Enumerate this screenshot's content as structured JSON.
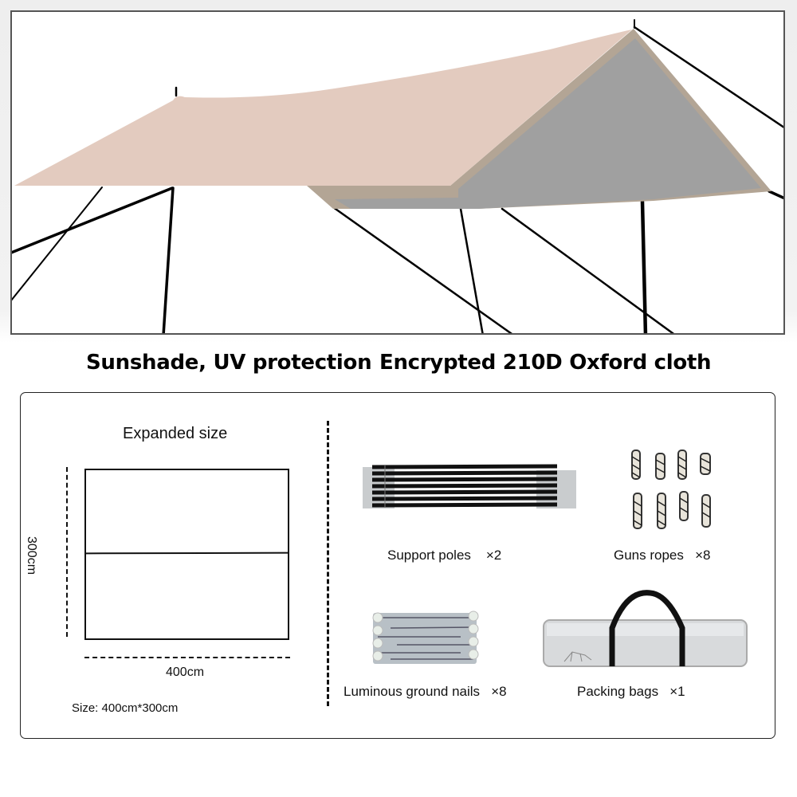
{
  "hero": {
    "image_alt": "Tarp canopy illustration with support poles and guy ropes",
    "colors": {
      "canopy": "#E3CBBF",
      "canopy_edge": "#B3A595",
      "canopy_shade": "#A0A0A0",
      "lines": "#000000"
    }
  },
  "headlines": [
    "Sunshade, UV protection",
    "Encrypted 210D Oxford cloth"
  ],
  "expanded_size": {
    "title": "Expanded size",
    "height_label": "300cm",
    "width_label": "400cm",
    "size_text": "Size: 400cm*300cm"
  },
  "package_items": [
    {
      "name": "Support poles",
      "qty": "×2",
      "icon": "support-poles-image"
    },
    {
      "name": "Guns ropes",
      "qty": "×8",
      "icon": "guy-ropes-image"
    },
    {
      "name": "Luminous ground nails",
      "qty": "×8",
      "icon": "ground-nails-image"
    },
    {
      "name": "Packing bags",
      "qty": "×1",
      "icon": "packing-bag-image"
    }
  ]
}
